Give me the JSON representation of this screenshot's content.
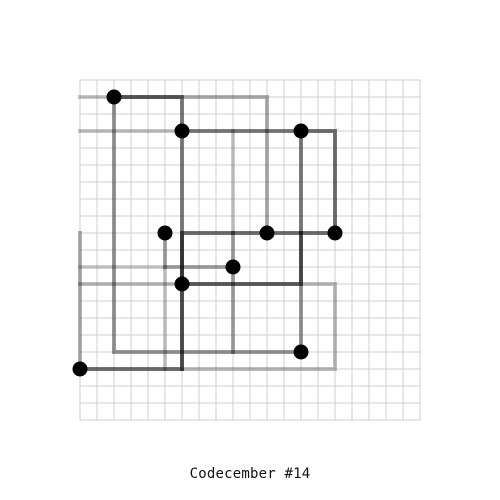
{
  "caption": "Codecember #14",
  "grid": {
    "cols": 20,
    "rows": 20
  },
  "colors": {
    "background": "#ffffff",
    "ink": "#000000",
    "grid_line": "#cfcfcf"
  },
  "nodes": [
    {
      "c": 2,
      "r": 1
    },
    {
      "c": 6,
      "r": 3
    },
    {
      "c": 13,
      "r": 3
    },
    {
      "c": 5,
      "r": 9
    },
    {
      "c": 11,
      "r": 9
    },
    {
      "c": 15,
      "r": 9
    },
    {
      "c": 9,
      "r": 11
    },
    {
      "c": 6,
      "r": 12
    },
    {
      "c": 13,
      "r": 16
    },
    {
      "c": 0,
      "r": 17
    }
  ],
  "paths": [
    {
      "strength": 0.5,
      "points": [
        [
          2,
          1
        ],
        [
          6,
          1
        ],
        [
          6,
          12
        ],
        [
          13,
          12
        ],
        [
          13,
          3
        ],
        [
          6,
          3
        ]
      ]
    },
    {
      "strength": 0.55,
      "points": [
        [
          0,
          17
        ],
        [
          6,
          17
        ],
        [
          6,
          9
        ],
        [
          15,
          9
        ],
        [
          15,
          3
        ],
        [
          13,
          3
        ]
      ]
    },
    {
      "strength": 0.4,
      "points": [
        [
          2,
          1
        ],
        [
          2,
          16
        ],
        [
          13,
          16
        ],
        [
          13,
          9
        ]
      ]
    },
    {
      "strength": 0.35,
      "points": [
        [
          5,
          9
        ],
        [
          5,
          11
        ],
        [
          9,
          11
        ],
        [
          9,
          16
        ]
      ]
    },
    {
      "strength": 0.3,
      "points": [
        [
          0,
          9
        ],
        [
          0,
          17
        ]
      ]
    },
    {
      "strength": 0.3,
      "points": [
        [
          11,
          9
        ],
        [
          11,
          1
        ],
        [
          2,
          1
        ]
      ]
    },
    {
      "strength": 0.25,
      "points": [
        [
          0,
          12
        ],
        [
          15,
          12
        ],
        [
          15,
          17
        ],
        [
          6,
          17
        ]
      ]
    },
    {
      "strength": 0.22,
      "points": [
        [
          0,
          3
        ],
        [
          6,
          3
        ]
      ]
    },
    {
      "strength": 0.22,
      "points": [
        [
          0,
          1
        ],
        [
          2,
          1
        ]
      ]
    },
    {
      "strength": 0.2,
      "points": [
        [
          9,
          3
        ],
        [
          9,
          9
        ]
      ]
    },
    {
      "strength": 0.2,
      "points": [
        [
          5,
          11
        ],
        [
          5,
          17
        ]
      ]
    },
    {
      "strength": 0.18,
      "points": [
        [
          0,
          11
        ],
        [
          5,
          11
        ]
      ]
    },
    {
      "strength": 0.3,
      "points": [
        [
          6,
          12
        ],
        [
          6,
          17
        ]
      ]
    },
    {
      "strength": 0.35,
      "points": [
        [
          9,
          9
        ],
        [
          9,
          11
        ]
      ]
    }
  ]
}
